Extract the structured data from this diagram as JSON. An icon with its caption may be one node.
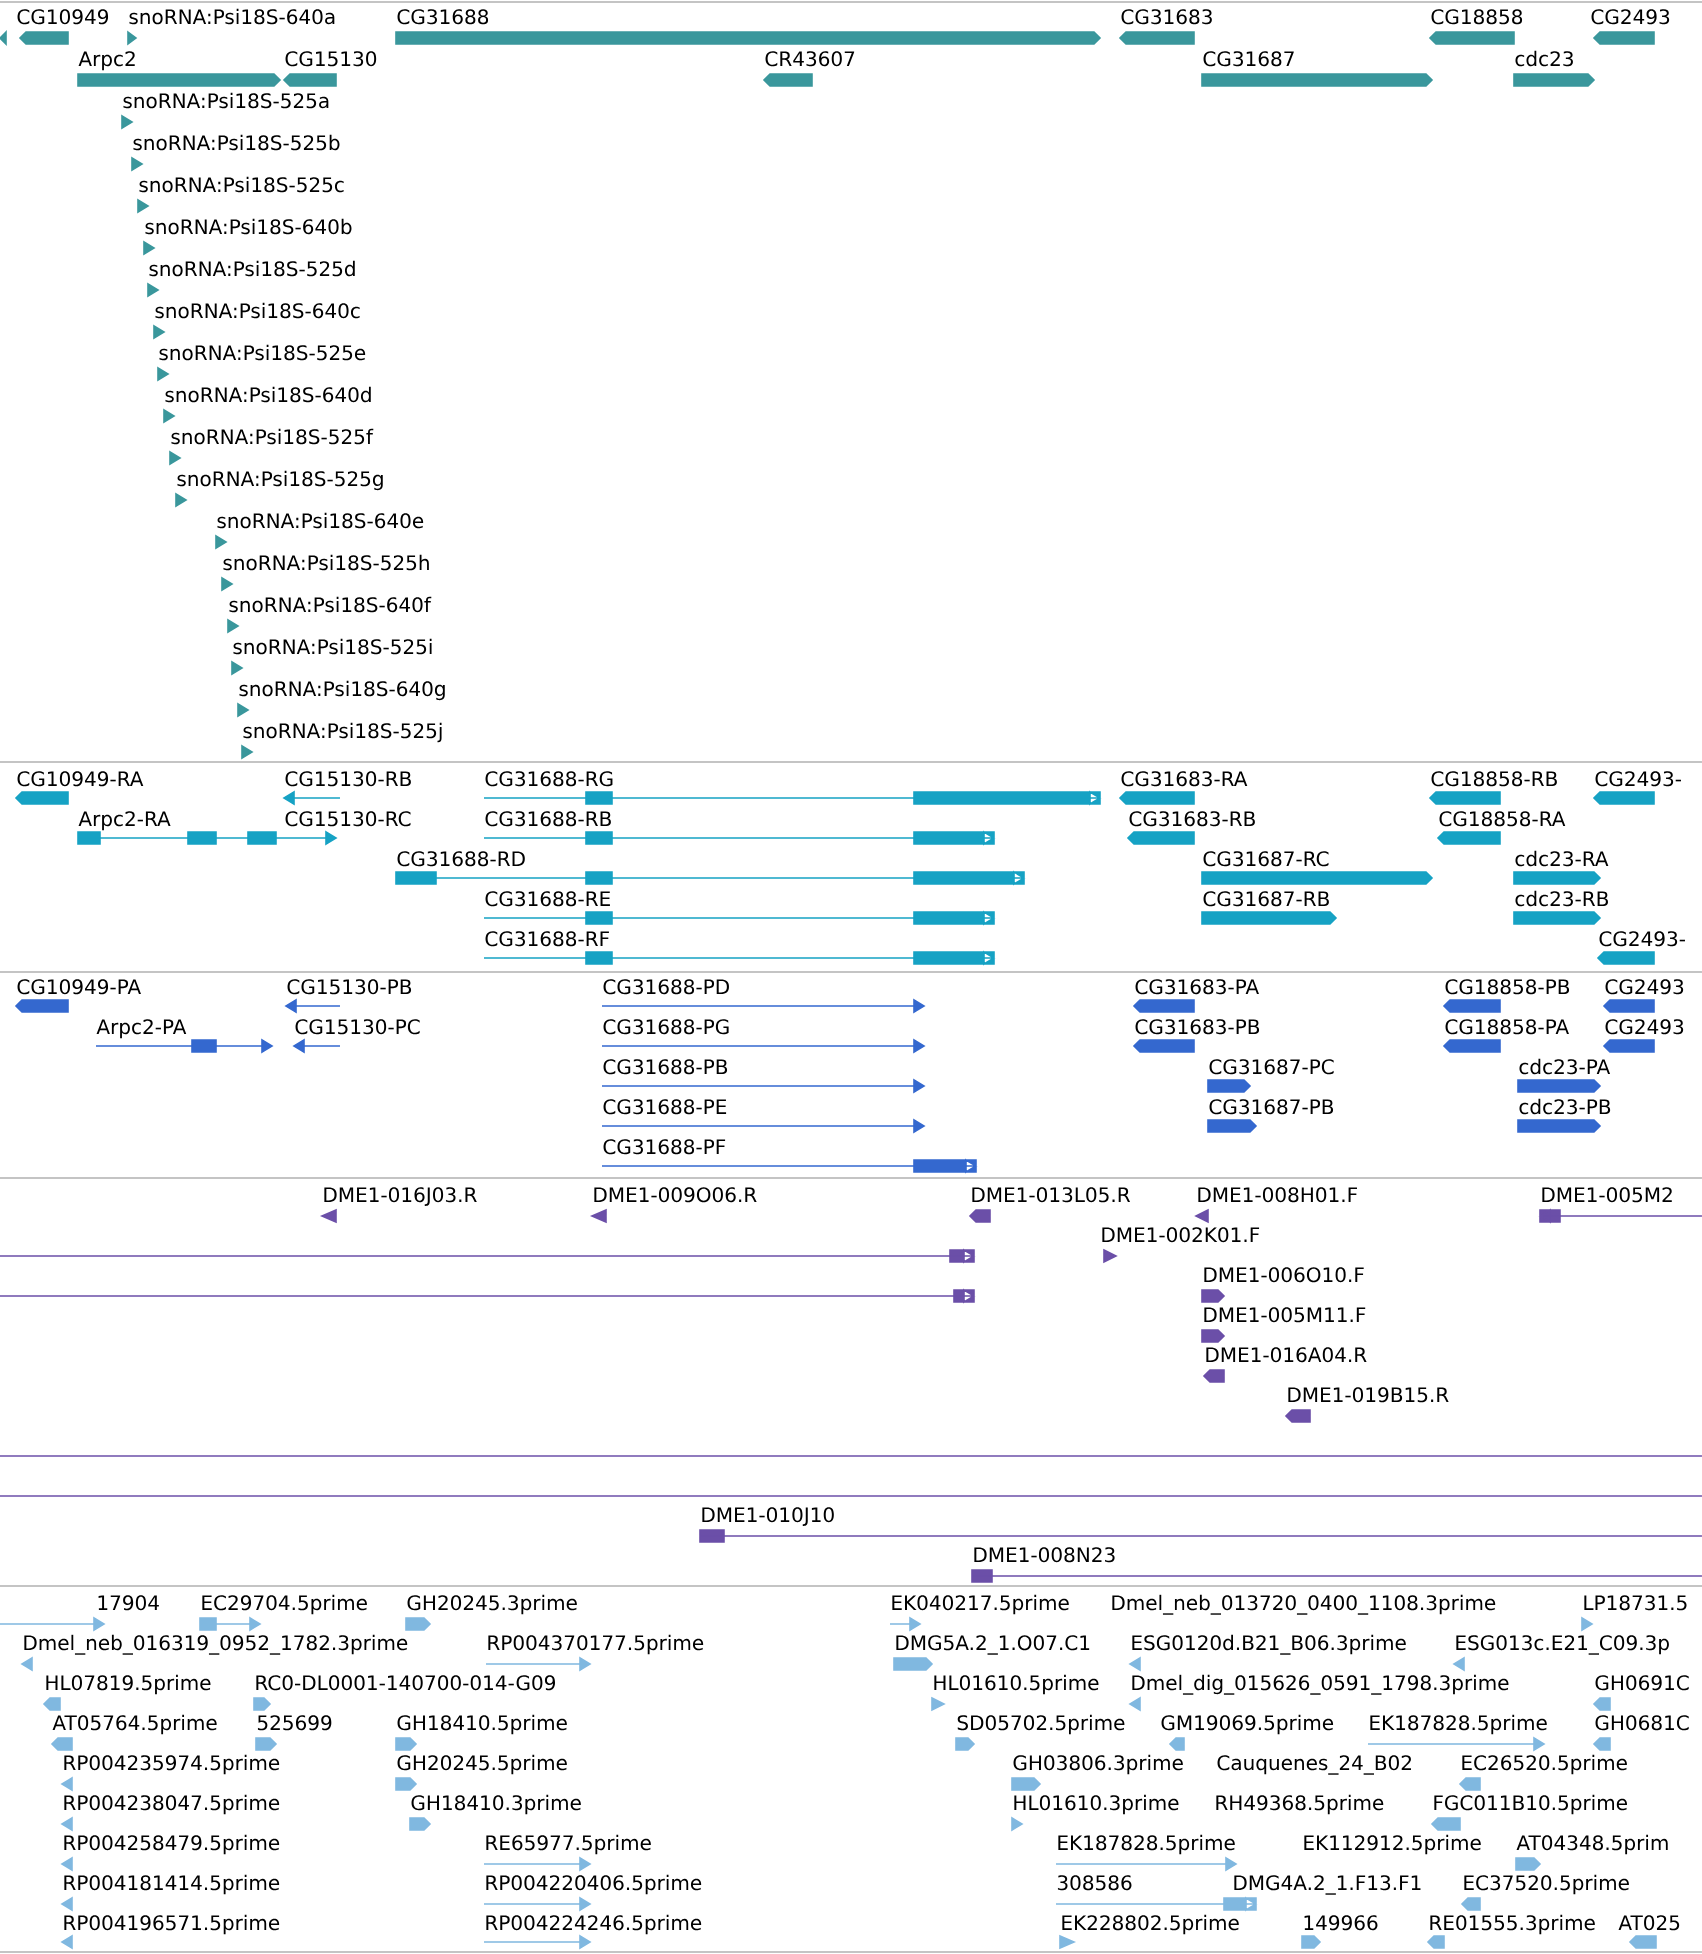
{
  "diagram": {
    "labels": [
      "CG10949",
      "snoRNA:Psi18S-640a",
      "CG31688",
      "CG31683",
      "CG18858",
      "CG2493",
      "Arpc2",
      "CG15130",
      "CR43607",
      "CG31687",
      "cdc23",
      "snoRNA:Psi18S-525a",
      "snoRNA:Psi18S-525b",
      "snoRNA:Psi18S-525c",
      "snoRNA:Psi18S-640b",
      "snoRNA:Psi18S-525d",
      "snoRNA:Psi18S-640c",
      "snoRNA:Psi18S-525e",
      "snoRNA:Psi18S-640d",
      "snoRNA:Psi18S-525f",
      "snoRNA:Psi18S-525g",
      "snoRNA:Psi18S-640e",
      "snoRNA:Psi18S-525h",
      "snoRNA:Psi18S-640f",
      "snoRNA:Psi18S-525i",
      "snoRNA:Psi18S-640g",
      "snoRNA:Psi18S-525j",
      "CG10949-RA",
      "CG15130-RB",
      "CG31688-RG",
      "CG31683-RA",
      "CG18858-RB",
      "CG2493-",
      "Arpc2-RA",
      "CG15130-RC",
      "CG31688-RB",
      "CG31683-RB",
      "CG18858-RA",
      "CG31688-RD",
      "CG31687-RC",
      "cdc23-RA",
      "CG31688-RE",
      "CG31687-RB",
      "cdc23-RB",
      "CG31688-RF",
      "CG2493-",
      "CG10949-PA",
      "CG15130-PB",
      "CG31688-PD",
      "CG31683-PA",
      "CG18858-PB",
      "CG2493",
      "Arpc2-PA",
      "CG15130-PC",
      "CG31688-PG",
      "CG31683-PB",
      "CG18858-PA",
      "CG2493",
      "CG31688-PB",
      "CG31687-PC",
      "cdc23-PA",
      "CG31688-PE",
      "CG31687-PB",
      "cdc23-PB",
      "CG31688-PF",
      "DME1-016J03.R",
      "DME1-009O06.R",
      "DME1-013L05.R",
      "DME1-008H01.F",
      "DME1-005M2",
      "DME1-002K01.F",
      "DME1-006O10.F",
      "DME1-005M11.F",
      "DME1-016A04.R",
      "DME1-019B15.R",
      "DME1-010J10",
      "DME1-008N23",
      "17904",
      "EC29704.5prime",
      "GH20245.3prime",
      "EK040217.5prime",
      "Dmel_neb_013720_0400_1108.3prime",
      "LP18731.5",
      "Dmel_neb_016319_0952_1782.3prime",
      "RP004370177.5prime",
      "DMG5A.2_1.O07.C1",
      "ESG0120d.B21_B06.3prime",
      "ESG013c.E21_C09.3p",
      "HL07819.5prime",
      "RC0-DL0001-140700-014-G09",
      "HL01610.5prime",
      "Dmel_dig_015626_0591_1798.3prime",
      "GH0691C",
      "AT05764.5prime",
      "525699",
      "GH18410.5prime",
      "SD05702.5prime",
      "GM19069.5prime",
      "EK187828.5prime",
      "GH0681C",
      "RP004235974.5prime",
      "GH20245.5prime",
      "GH03806.3prime",
      "Cauquenes_24_B02",
      "EC26520.5prime",
      "RP004238047.5prime",
      "GH18410.3prime",
      "HL01610.3prime",
      "RH49368.5prime",
      "FGC011B10.5prime",
      "RP004258479.5prime",
      "RE65977.5prime",
      "EK187828.5prime",
      "EK112912.5prime",
      "AT04348.5prim",
      "RP004181414.5prime",
      "RP004220406.5prime",
      "308586",
      "DMG4A.2_1.F13.F1",
      "EC37520.5prime",
      "RP004196571.5prime",
      "RP004224246.5prime",
      "EK228802.5prime",
      "149966",
      "RE01555.3prime",
      "AT025"
    ]
  }
}
